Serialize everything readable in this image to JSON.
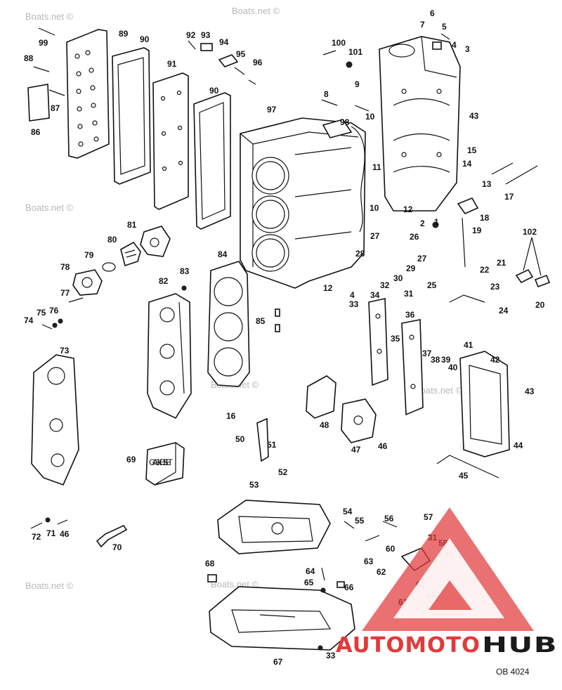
{
  "part_labels": [
    "1",
    "2",
    "3",
    "4",
    "4",
    "5",
    "6",
    "7",
    "8",
    "9",
    "10",
    "10",
    "11",
    "12",
    "12",
    "13",
    "14",
    "15",
    "16",
    "17",
    "18",
    "19",
    "20",
    "21",
    "22",
    "23",
    "23",
    "24",
    "25",
    "26",
    "27",
    "27",
    "28",
    "29",
    "30",
    "31",
    "31",
    "32",
    "33",
    "33",
    "34",
    "35",
    "36",
    "37",
    "38",
    "39",
    "40",
    "41",
    "42",
    "43",
    "43",
    "44",
    "45",
    "46",
    "46",
    "47",
    "48",
    "50",
    "51",
    "52",
    "53",
    "54",
    "55",
    "56",
    "57",
    "58",
    "59",
    "60",
    "60",
    "61",
    "62",
    "63",
    "64",
    "65",
    "66",
    "67",
    "68",
    "69",
    "70",
    "71",
    "72",
    "73",
    "74",
    "75",
    "76",
    "77",
    "78",
    "79",
    "80",
    "81",
    "82",
    "83",
    "84",
    "85",
    "86",
    "87",
    "88",
    "89",
    "90",
    "90",
    "91",
    "92",
    "93",
    "94",
    "95",
    "96",
    "97",
    "98",
    "99",
    "100",
    "101",
    "102"
  ],
  "watermark": "Boats.net ©",
  "kit_label": "GASKET SET",
  "diagram_code": "OB 4024",
  "brand": {
    "prefix": "AUTOMOTO",
    "suffix": "HUB"
  },
  "colors": {
    "brand_red": "#e23a3a",
    "brand_black": "#1a1a1a",
    "line": "#111111",
    "watermark": "#b8b8b8"
  }
}
